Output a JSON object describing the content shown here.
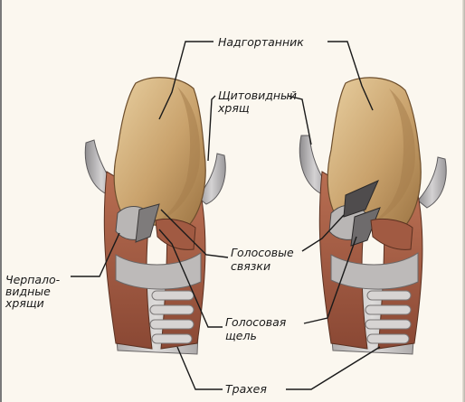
{
  "labels": {
    "epiglottis": "Надгортанник",
    "thyroid_line1": "Щитовидный",
    "thyroid_line2": "хрящ",
    "vocal_cords_line1": "Голосовые",
    "vocal_cords_line2": "связки",
    "arytenoid_line1": "Черпало-",
    "arytenoid_line2": "видные",
    "arytenoid_line3": "хрящи",
    "glottis_line1": "Голосовая",
    "glottis_line2": "щель",
    "trachea": "Трахея"
  },
  "colors": {
    "background": "#fbf7ef",
    "cartilage": "#d8b784",
    "muscle": "#a8634a",
    "membrane": "#c9c7c6",
    "shadow": "#5a4030",
    "leader_line": "#1a1a1a"
  },
  "views": [
    "left-larynx",
    "right-larynx"
  ]
}
